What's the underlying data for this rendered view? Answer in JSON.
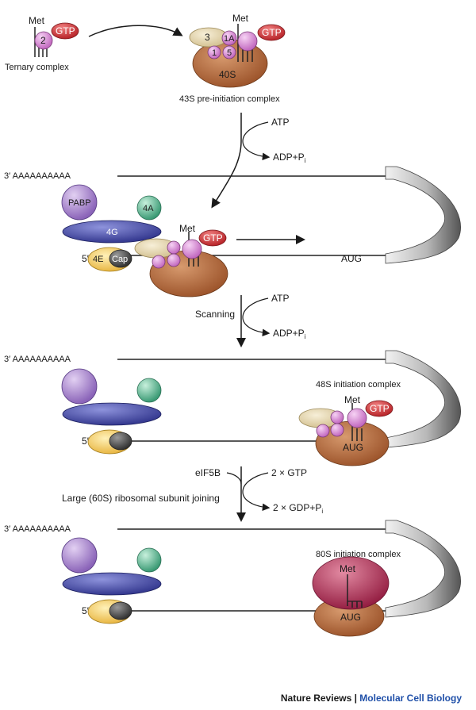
{
  "colors": {
    "ribosome_40s": "#b86a3a",
    "eif3": "#e3d5b0",
    "eif_pink": "#d88ad8",
    "gtp": "#d8393e",
    "pabp": "#9b77c4",
    "eif4a": "#4fae8a",
    "eif4g": "#3b3f9a",
    "eif4e": "#f2c24a",
    "cap": "#4a4a4a",
    "large_subunit": "#b03657",
    "mrna_tail": "#8a8a8a"
  },
  "ternary": {
    "met": "Met",
    "factor2": "2",
    "gtp": "GTP",
    "caption": "Ternary complex"
  },
  "preinit_43s": {
    "met": "Met",
    "f3": "3",
    "f1a": "1A",
    "f1": "1",
    "f5": "5",
    "gtp": "GTP",
    "subunit": "40S",
    "caption": "43S pre-initiation complex"
  },
  "step1": {
    "atp": "ATP",
    "adp": "ADP+P",
    "adp_sub": "i"
  },
  "panel2": {
    "polya": "3′ AAAAAAAAAA",
    "five_prime": "5′",
    "pabp": "PABP",
    "f4a": "4A",
    "f4g": "4G",
    "f4e": "4E",
    "cap": "Cap",
    "met": "Met",
    "gtp": "GTP",
    "aug": "AUG"
  },
  "step2": {
    "label": "Scanning",
    "atp": "ATP",
    "adp": "ADP+P",
    "adp_sub": "i"
  },
  "panel3": {
    "polya": "3′ AAAAAAAAAA",
    "five_prime": "5′",
    "caption": "48S initiation complex",
    "met": "Met",
    "gtp": "GTP",
    "aug": "AUG"
  },
  "step3": {
    "factor": "eIF5B",
    "label": "Large (60S) ribosomal subunit joining",
    "gtp": "2 × GTP",
    "gdp": "2 × GDP+P",
    "gdp_sub": "i"
  },
  "panel4": {
    "polya": "3′ AAAAAAAAAA",
    "five_prime": "5′",
    "caption": "80S initiation complex",
    "met": "Met",
    "aug": "AUG"
  },
  "footer": {
    "journal": "Nature Reviews",
    "separator": "|",
    "section": "Molecular Cell Biology"
  }
}
